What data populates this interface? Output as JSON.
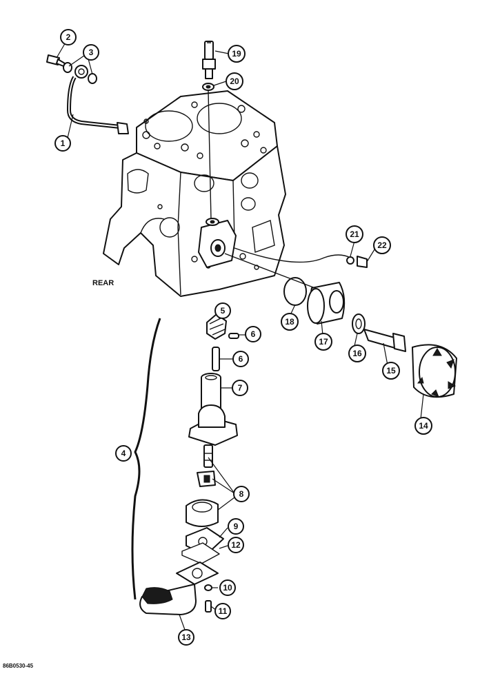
{
  "diagram": {
    "labels": {
      "rear": "REAR",
      "figure_id": "86B0530-45"
    },
    "callouts": [
      {
        "key": "1",
        "text": "1"
      },
      {
        "key": "2",
        "text": "2"
      },
      {
        "key": "3",
        "text": "3"
      },
      {
        "key": "19",
        "text": "19"
      },
      {
        "key": "20",
        "text": "20"
      },
      {
        "key": "21",
        "text": "21"
      },
      {
        "key": "22",
        "text": "22"
      },
      {
        "key": "18",
        "text": "18"
      },
      {
        "key": "17",
        "text": "17"
      },
      {
        "key": "16",
        "text": "16"
      },
      {
        "key": "15",
        "text": "15"
      },
      {
        "key": "14",
        "text": "14"
      },
      {
        "key": "5",
        "text": "5"
      },
      {
        "key": "6a",
        "text": "6"
      },
      {
        "key": "6b",
        "text": "6"
      },
      {
        "key": "7",
        "text": "7"
      },
      {
        "key": "4",
        "text": "4"
      },
      {
        "key": "8",
        "text": "8"
      },
      {
        "key": "9",
        "text": "9"
      },
      {
        "key": "12",
        "text": "12"
      },
      {
        "key": "10",
        "text": "10"
      },
      {
        "key": "11",
        "text": "11"
      },
      {
        "key": "13",
        "text": "13"
      }
    ]
  }
}
